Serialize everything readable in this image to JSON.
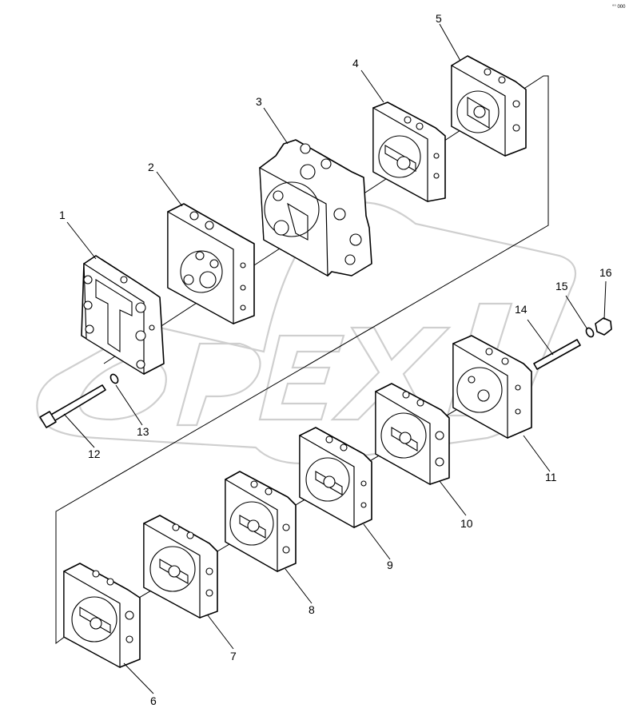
{
  "corner_mark": "°° 000",
  "watermark": {
    "text": "OPEX",
    "color": "#cfcfcf"
  },
  "callouts": [
    "1",
    "2",
    "3",
    "4",
    "5",
    "6",
    "7",
    "8",
    "9",
    "10",
    "11",
    "12",
    "13",
    "14",
    "15",
    "16"
  ]
}
